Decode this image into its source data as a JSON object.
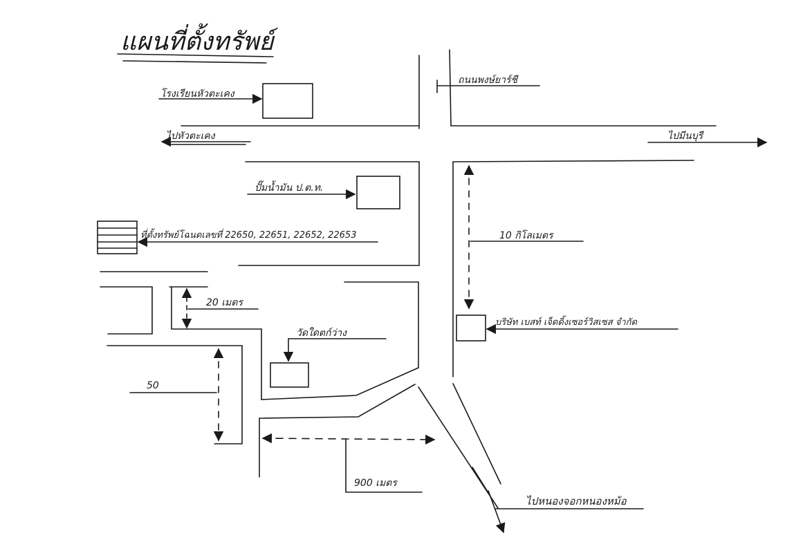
{
  "title": "แผนที่ตั้งทรัพย์",
  "labels": {
    "school": "โรงเรียนหัวตะเคง",
    "to_hua_takhe": "ไปหัวตะเคง",
    "highway_road": "ถนนพงษ์ยาร์ชี",
    "to_min_buri": "ไปมีนบุรี",
    "gas_station": "ปั๊มน้ำมัน ป.ต.ท.",
    "shophouses": "ที่ตั้งทรัพย์โฉนดเลขที่ 22650, 22651, 22652, 22653",
    "dist_10km": "10 กิโลเมตร",
    "dist_20m": "20 เมตร",
    "company": "บริษัท เบสท์ เจ็ดดิ้งเซอร์วิสเซส จำกัด",
    "temple": "วัดใดตก์ว่าง",
    "dist_50": "50",
    "dist_900m": "900 เมตร",
    "to_nong_chok": "ไปหนองจอกหนองหม้อ"
  },
  "colors": {
    "ink": "#1a1a1a",
    "paper": "#ffffff"
  }
}
